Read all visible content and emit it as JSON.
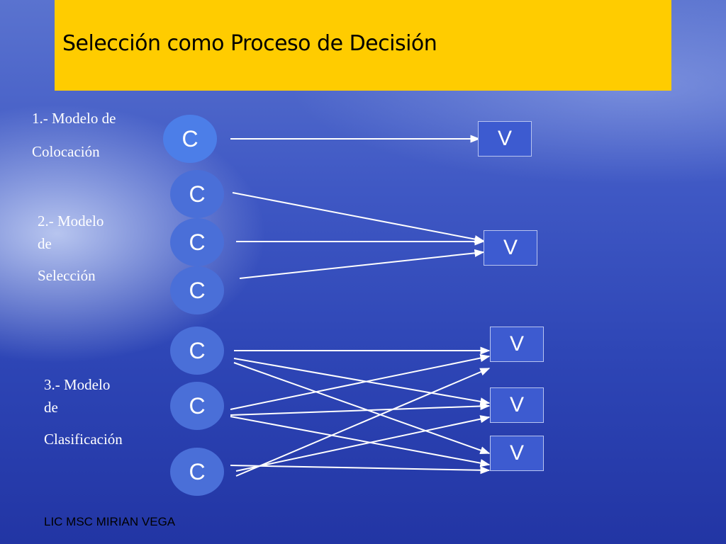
{
  "title": "Selección como Proceso de Decisión",
  "models": [
    {
      "lines": [
        "1.- Modelo de",
        "Colocación"
      ]
    },
    {
      "lines": [
        "2.- Modelo",
        "de",
        "Selección"
      ]
    },
    {
      "lines": [
        "3.- Modelo",
        "de",
        "Clasificación"
      ]
    }
  ],
  "node_c_label": "C",
  "node_v_label": "V",
  "footer": "LIC MSC MIRIAN VEGA",
  "colors": {
    "title_bar": "#ffcc00",
    "arrow": "#ffffff"
  }
}
